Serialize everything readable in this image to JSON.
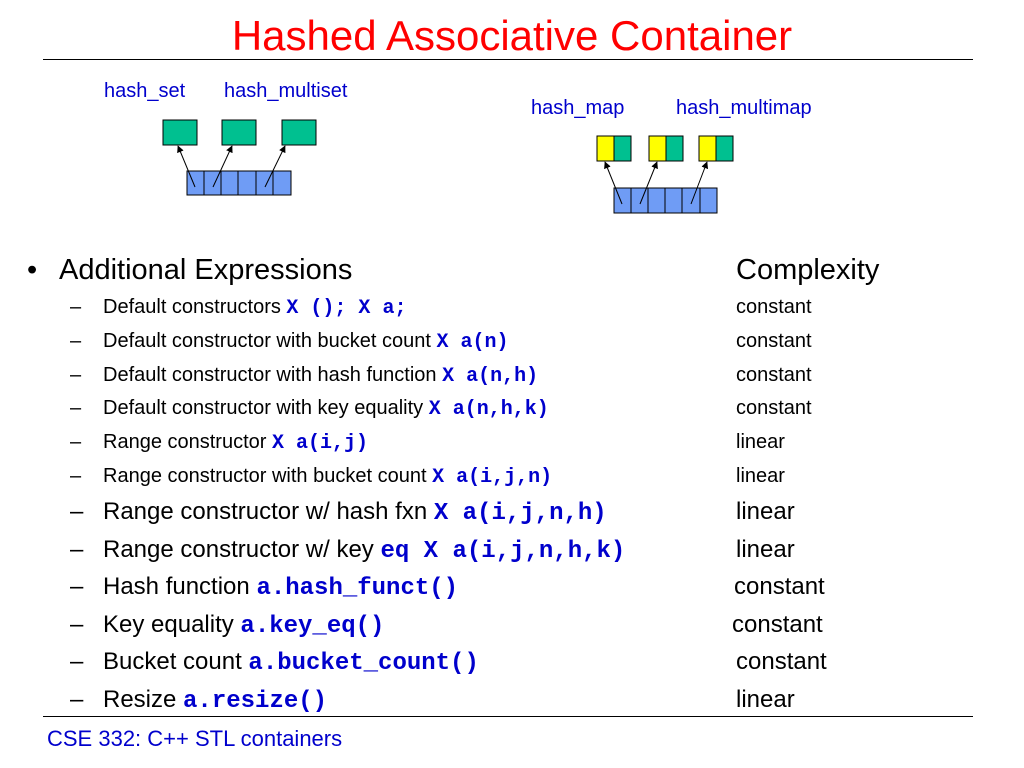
{
  "title": "Hashed Associative Container",
  "diagram": {
    "set_labels": [
      "hash_set",
      "hash_multiset"
    ],
    "map_labels": [
      "hash_map",
      "hash_multimap"
    ],
    "colors": {
      "bucket": "#6f9cf5",
      "element": "#00c090",
      "key": "#ffff00"
    }
  },
  "section": {
    "bullet": "•",
    "heading": "Additional Expressions",
    "complexity_heading": "Complexity"
  },
  "rows": [
    {
      "dash": "–",
      "label": "Default constructors",
      "code": "X (); X a;",
      "complexity": "constant"
    },
    {
      "dash": "–",
      "label": "Default constructor with bucket count",
      "code": "X a(n)",
      "complexity": "constant"
    },
    {
      "dash": "–",
      "label": "Default constructor with hash function",
      "code": "X a(n,h)",
      "complexity": "constant"
    },
    {
      "dash": "–",
      "label": "Default constructor with key equality",
      "code": "X a(n,h,k)",
      "complexity": "constant"
    },
    {
      "dash": "–",
      "label": "Range constructor",
      "code": "X a(i,j)",
      "complexity": "linear"
    },
    {
      "dash": "–",
      "label": "Range constructor with bucket count",
      "code": "X a(i,j,n)",
      "complexity": "linear"
    },
    {
      "dash": "–",
      "label": "Range constructor w/ hash fxn",
      "code": "X a(i,j,n,h)",
      "complexity": "linear"
    },
    {
      "dash": "–",
      "label": "Range constructor w/ key",
      "code": "eq X a(i,j,n,h,k)",
      "complexity": "linear"
    },
    {
      "dash": "–",
      "label": "Hash function",
      "code": "a.hash_funct()",
      "complexity": "constant"
    },
    {
      "dash": "–",
      "label": "Key equality",
      "code": "a.key_eq()",
      "complexity": "constant"
    },
    {
      "dash": "–",
      "label": "Bucket count",
      "code": "a.bucket_count()",
      "complexity": "constant"
    },
    {
      "dash": "–",
      "label": "Resize",
      "code": "a.resize()",
      "complexity": "linear"
    }
  ],
  "footer": "CSE 332: C++ STL containers"
}
